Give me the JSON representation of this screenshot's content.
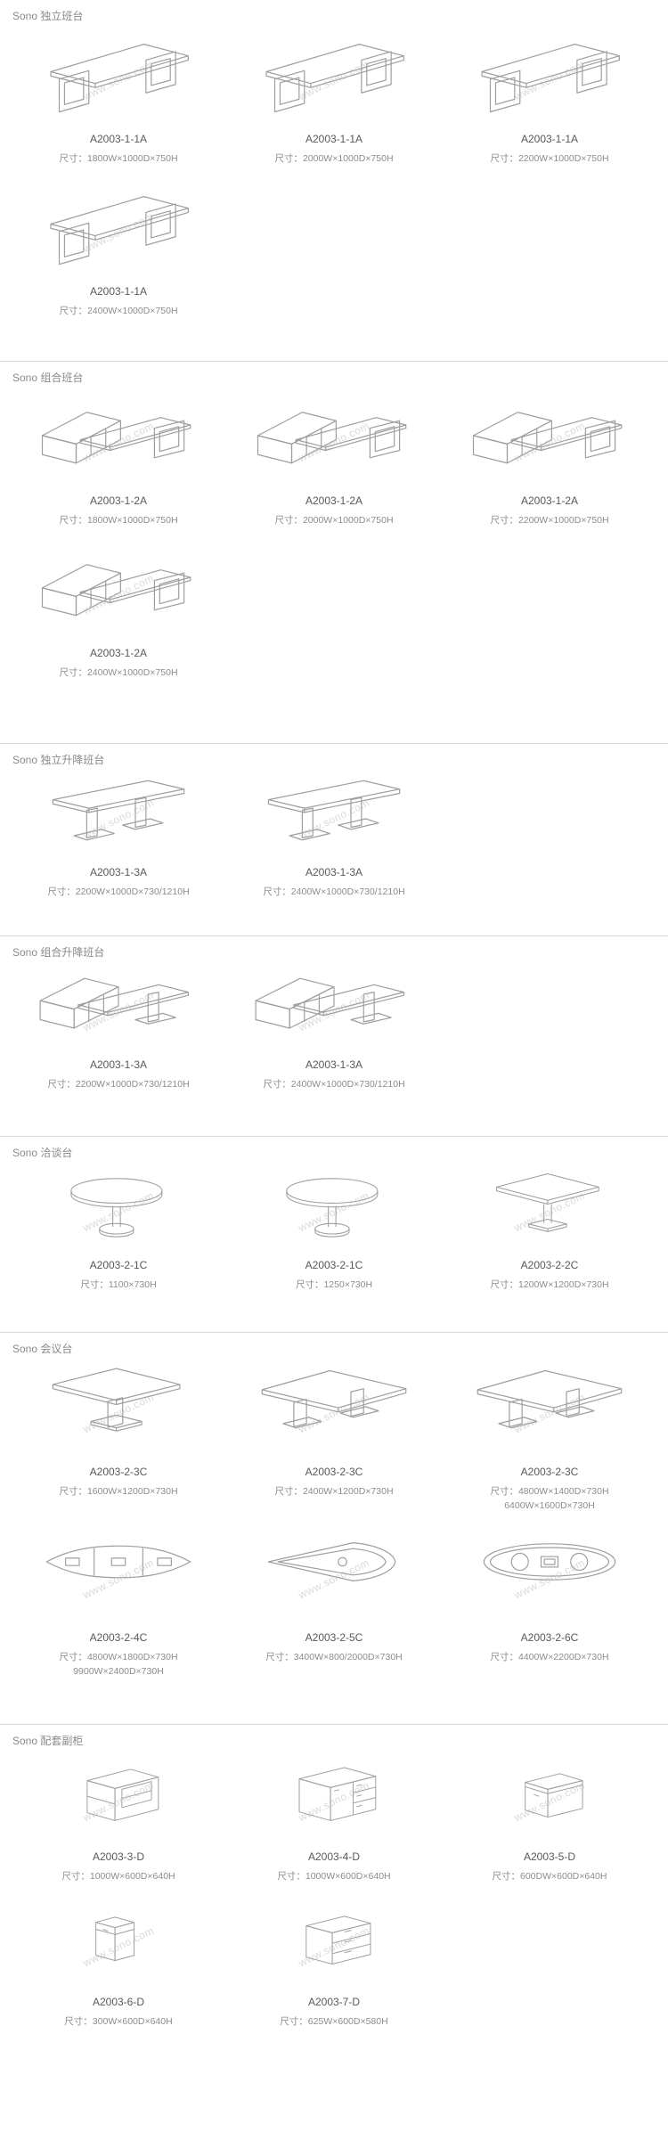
{
  "colors": {
    "background": "#ffffff",
    "divider": "#d8d8d8",
    "line_art": "#9e9e9e",
    "model_text": "#595959",
    "size_text": "#8c8c8c",
    "title_text": "#8a8a8a"
  },
  "watermark": "www.sono.com",
  "sections": [
    {
      "title": "Sono 独立班台",
      "items": [
        {
          "model": "A2003-1-1A",
          "size": "尺寸：1800W×1000D×750H"
        },
        {
          "model": "A2003-1-1A",
          "size": "尺寸：2000W×1000D×750H"
        },
        {
          "model": "A2003-1-1A",
          "size": "尺寸：2200W×1000D×750H"
        },
        {
          "model": "A2003-1-1A",
          "size": "尺寸：2400W×1000D×750H"
        }
      ]
    },
    {
      "title": "Sono 组合班台",
      "items": [
        {
          "model": "A2003-1-2A",
          "size": "尺寸：1800W×1000D×750H"
        },
        {
          "model": "A2003-1-2A",
          "size": "尺寸：2000W×1000D×750H"
        },
        {
          "model": "A2003-1-2A",
          "size": "尺寸：2200W×1000D×750H"
        },
        {
          "model": "A2003-1-2A",
          "size": "尺寸：2400W×1000D×750H"
        }
      ]
    },
    {
      "title": "Sono 独立升降班台",
      "items": [
        {
          "model": "A2003-1-3A",
          "size": "尺寸：2200W×1000D×730/1210H"
        },
        {
          "model": "A2003-1-3A",
          "size": "尺寸：2400W×1000D×730/1210H"
        }
      ]
    },
    {
      "title": "Sono 组合升降班台",
      "items": [
        {
          "model": "A2003-1-3A",
          "size": "尺寸：2200W×1000D×730/1210H"
        },
        {
          "model": "A2003-1-3A",
          "size": "尺寸：2400W×1000D×730/1210H"
        }
      ]
    },
    {
      "title": "Sono 洽谈台",
      "items": [
        {
          "model": "A2003-2-1C",
          "size": "尺寸：1100×730H"
        },
        {
          "model": "A2003-2-1C",
          "size": "尺寸：1250×730H"
        },
        {
          "model": "A2003-2-2C",
          "size": "尺寸：1200W×1200D×730H"
        }
      ]
    },
    {
      "title": "Sono 会议台",
      "items": [
        {
          "model": "A2003-2-3C",
          "size": "尺寸：1600W×1200D×730H"
        },
        {
          "model": "A2003-2-3C",
          "size": "尺寸：2400W×1200D×730H"
        },
        {
          "model": "A2003-2-3C",
          "size": "尺寸：4800W×1400D×730H",
          "size2": "6400W×1600D×730H"
        },
        {
          "model": "A2003-2-4C",
          "size": "尺寸：4800W×1800D×730H",
          "size2": "9900W×2400D×730H"
        },
        {
          "model": "A2003-2-5C",
          "size": "尺寸：3400W×800/2000D×730H"
        },
        {
          "model": "A2003-2-6C",
          "size": "尺寸：4400W×2200D×730H"
        }
      ]
    },
    {
      "title": "Sono 配套副柜",
      "items": [
        {
          "model": "A2003-3-D",
          "size": "尺寸：1000W×600D×640H"
        },
        {
          "model": "A2003-4-D",
          "size": "尺寸：1000W×600D×640H"
        },
        {
          "model": "A2003-5-D",
          "size": "尺寸：600DW×600D×640H"
        },
        {
          "model": "A2003-6-D",
          "size": "尺寸：300W×600D×640H"
        },
        {
          "model": "A2003-7-D",
          "size": "尺寸：625W×600D×580H"
        }
      ]
    }
  ]
}
